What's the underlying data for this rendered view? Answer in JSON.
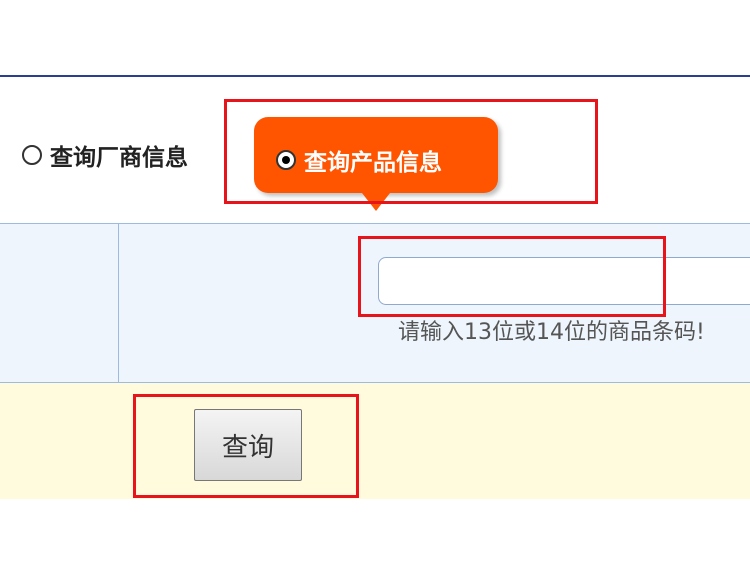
{
  "search_type": {
    "manufacturer_label": "查询厂商信息",
    "product_label": "查询产品信息",
    "selected": "product"
  },
  "barcode_input": {
    "value": "",
    "placeholder": ""
  },
  "hint": "请输入13位或14位的商品条码!",
  "query_button_label": "查询",
  "colors": {
    "tab_accent": "#ff5500",
    "annotation_red": "#e8141c",
    "header_rule": "#2a3f8f",
    "input_row_bg": "#eef5fc",
    "button_row_bg": "#fffbdc"
  }
}
